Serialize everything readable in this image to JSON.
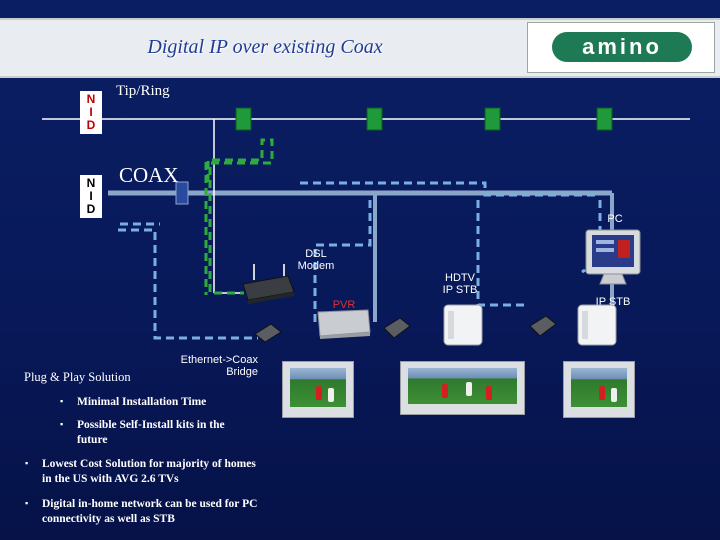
{
  "header": {
    "title": "Digital IP over existing Coax",
    "logo_text": "amino"
  },
  "nid_top": [
    "N",
    "I",
    "D"
  ],
  "nid_bottom": [
    "N",
    "I",
    "D"
  ],
  "labels": {
    "tip_ring": "Tip/Ring",
    "coax": "COAX",
    "pc": "PC",
    "dsl_modem_line1": "DSL",
    "dsl_modem_line2": "Modem",
    "hdtv_line1": "HDTV",
    "hdtv_line2": "IP STB",
    "ip_stb": "IP STB",
    "pvr": "PVR",
    "bridge_line1": "Ethernet->Coax",
    "bridge_line2": "Bridge"
  },
  "solution": {
    "title": "Plug & Play Solution",
    "sub_bullets": [
      "Minimal Installation Time",
      "Possible Self-Install kits in the future"
    ],
    "bullets": [
      "Lowest Cost Solution for majority of homes in the US with AVG 2.6 TVs",
      "Digital in-home network can be used for PC connectivity as well as STB"
    ]
  },
  "colors": {
    "background": "#0a1f63",
    "coax_line": "#8aa6c8",
    "phone_line": "#ffffff",
    "green_dash": "#2faa3e",
    "blue_dash": "#7ab0e0",
    "jack_green": "#1f9a3a",
    "title_color": "#1f3c96",
    "logo_green": "#1e7a55"
  }
}
